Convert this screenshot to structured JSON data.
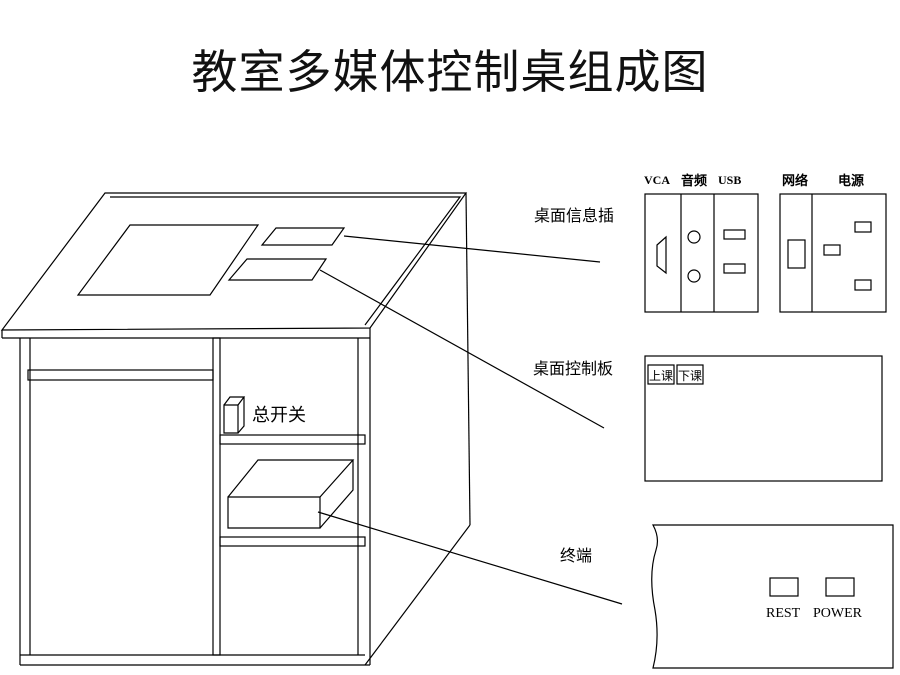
{
  "title": "教室多媒体控制桌组成图",
  "labels": {
    "desk_info_socket": "桌面信息插",
    "desk_control_panel": "桌面控制板",
    "main_switch": "总开关",
    "terminal": "终端"
  },
  "socket_panel": {
    "vca": "VCA",
    "audio": "音频",
    "usb": "USB",
    "network": "网络",
    "power": "电源"
  },
  "control_panel": {
    "class_start": "上课",
    "class_end": "下课"
  },
  "terminal_panel": {
    "rest": "REST",
    "power": "POWER"
  }
}
